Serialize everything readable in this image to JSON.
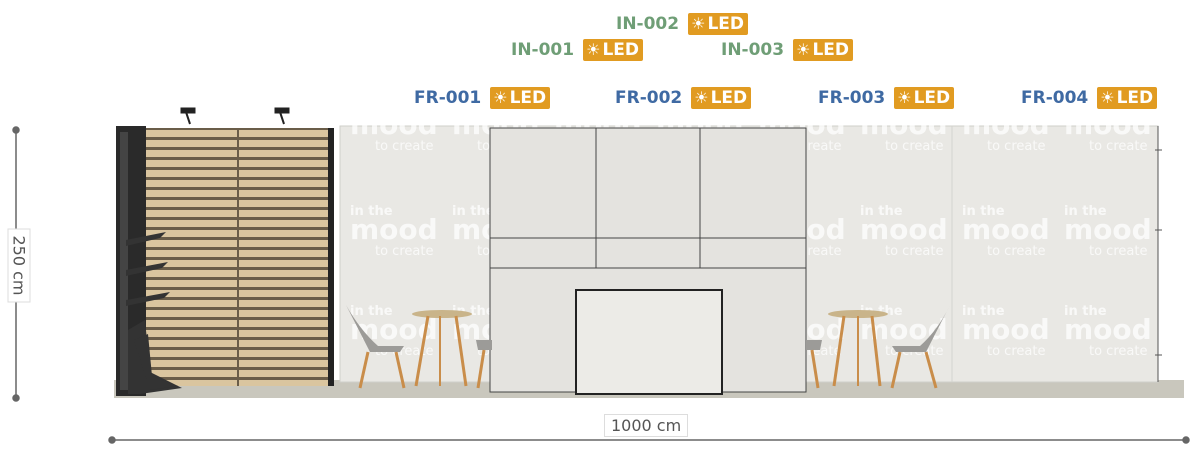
{
  "labels": [
    {
      "id": "FR-001",
      "kind": "fr",
      "tag": "LED"
    },
    {
      "id": "FR-002",
      "kind": "fr",
      "tag": "LED"
    },
    {
      "id": "FR-003",
      "kind": "fr",
      "tag": "LED"
    },
    {
      "id": "FR-004",
      "kind": "fr",
      "tag": "LED"
    },
    {
      "id": "IN-001",
      "kind": "in",
      "tag": "LED"
    },
    {
      "id": "IN-002",
      "kind": "in",
      "tag": "LED"
    },
    {
      "id": "IN-003",
      "kind": "in",
      "tag": "LED"
    }
  ],
  "led_icon": "sun-icon",
  "dimensions": {
    "height": "250 cm",
    "width": "1000 cm"
  },
  "wall_print": {
    "line1": "in the",
    "line2": "mood",
    "line3": "to create"
  },
  "colors": {
    "fr_label": "#3f6aa3",
    "in_label": "#6f9e76",
    "led_badge": "#e19b21",
    "wall": "#e9e8e4",
    "slat": "#d8c39c",
    "floor": "#c9c7bd"
  }
}
